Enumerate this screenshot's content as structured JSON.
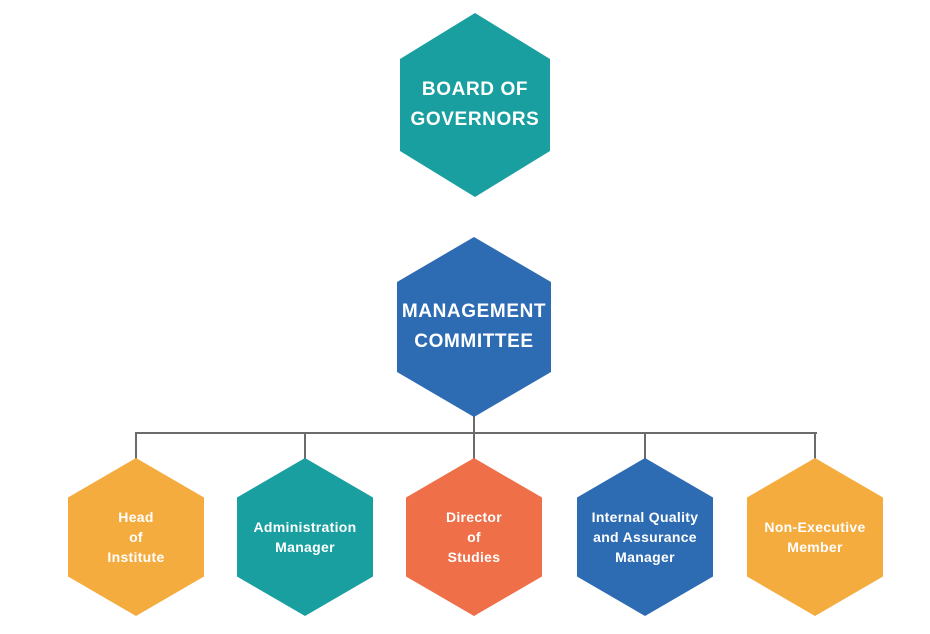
{
  "diagram": {
    "type": "organization-chart",
    "connector_color": "#6B6B6B",
    "text_color": "#FFFFFF",
    "nodes": {
      "board": {
        "id": "board-of-governors",
        "lines": [
          "BOARD OF",
          "GOVERNORS"
        ],
        "color": "#1A9FA0"
      },
      "management": {
        "id": "management-committee",
        "lines": [
          "MANAGEMENT",
          "COMMITTEE"
        ],
        "color": "#2D6BB2"
      },
      "children": [
        {
          "id": "head-of-institute",
          "lines": [
            "Head",
            "of",
            "Institute"
          ],
          "color": "#F5AC3F"
        },
        {
          "id": "administration-manager",
          "lines": [
            "Administration",
            "Manager"
          ],
          "color": "#1A9FA0"
        },
        {
          "id": "director-of-studies",
          "lines": [
            "Director",
            "of",
            "Studies"
          ],
          "color": "#EE6F48"
        },
        {
          "id": "internal-quality-and-assurance-manager",
          "lines": [
            "Internal Quality",
            "and Assurance",
            "Manager"
          ],
          "color": "#2D6BB2"
        },
        {
          "id": "non-executive-member",
          "lines": [
            "Non-Executive",
            "Member"
          ],
          "color": "#F5AC3F"
        }
      ]
    }
  }
}
